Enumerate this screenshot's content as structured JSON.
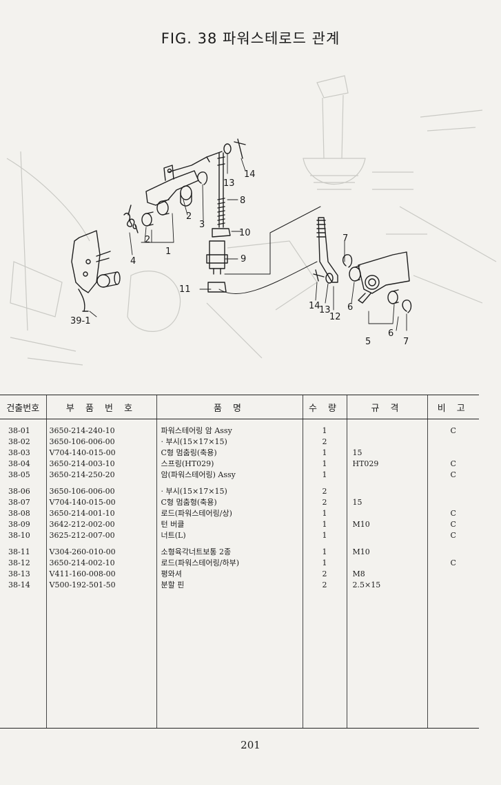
{
  "title": "FIG. 38 파워스테로드 관계",
  "page_number": "201",
  "diagram_labels": {
    "l39_1": "39-1",
    "l4": "4",
    "l2a": "2",
    "l1": "1",
    "l2b": "2",
    "l3": "3",
    "l13a": "13",
    "l14a": "14",
    "l8": "8",
    "l10": "10",
    "l9": "9",
    "l11": "11",
    "l7a": "7",
    "l14b": "14",
    "l13b": "13",
    "l12": "12",
    "l6a": "6",
    "l6b": "6",
    "l5": "5",
    "l7b": "7"
  },
  "table": {
    "headers": [
      "건출번호",
      "부 품 번 호",
      "품 명",
      "수 량",
      "규 격",
      "비 고"
    ],
    "groups": [
      [
        {
          "no": "38-01",
          "part": "3650-214-240-10",
          "name": "파워스테어링 암 Assy",
          "qty": "1",
          "spec": "",
          "note": "C"
        },
        {
          "no": "38-02",
          "part": "3650-106-006-00",
          "name": "· 부시(15×17×15)",
          "qty": "2",
          "spec": "",
          "note": ""
        },
        {
          "no": "38-03",
          "part": "V704-140-015-00",
          "name": "C형 멈춤링(축용)",
          "qty": "1",
          "spec": "15",
          "note": ""
        },
        {
          "no": "38-04",
          "part": "3650-214-003-10",
          "name": "스프링(HT029)",
          "qty": "1",
          "spec": "HT029",
          "note": "C"
        },
        {
          "no": "38-05",
          "part": "3650-214-250-20",
          "name": "암(파워스테어링) Assy",
          "qty": "1",
          "spec": "",
          "note": "C"
        }
      ],
      [
        {
          "no": "38-06",
          "part": "3650-106-006-00",
          "name": "· 부시(15×17×15)",
          "qty": "2",
          "spec": "",
          "note": ""
        },
        {
          "no": "38-07",
          "part": "V704-140-015-00",
          "name": "C형 멈춤형(축용)",
          "qty": "2",
          "spec": "15",
          "note": ""
        },
        {
          "no": "38-08",
          "part": "3650-214-001-10",
          "name": "로드(파워스테어링/상)",
          "qty": "1",
          "spec": "",
          "note": "C"
        },
        {
          "no": "38-09",
          "part": "3642-212-002-00",
          "name": "턴 버클",
          "qty": "1",
          "spec": "M10",
          "note": "C"
        },
        {
          "no": "38-10",
          "part": "3625-212-007-00",
          "name": "너트(L)",
          "qty": "1",
          "spec": "",
          "note": "C"
        }
      ],
      [
        {
          "no": "38-11",
          "part": "V304-260-010-00",
          "name": "소형육각너트보통 2종",
          "qty": "1",
          "spec": "M10",
          "note": ""
        },
        {
          "no": "38-12",
          "part": "3650-214-002-10",
          "name": "로드(파워스테어링/하부)",
          "qty": "1",
          "spec": "",
          "note": "C"
        },
        {
          "no": "38-13",
          "part": "V411-160-008-00",
          "name": "평와셔",
          "qty": "2",
          "spec": "M8",
          "note": ""
        },
        {
          "no": "38-14",
          "part": "V500-192-501-50",
          "name": "분할 핀",
          "qty": "2",
          "spec": "2.5×15",
          "note": ""
        }
      ]
    ]
  }
}
